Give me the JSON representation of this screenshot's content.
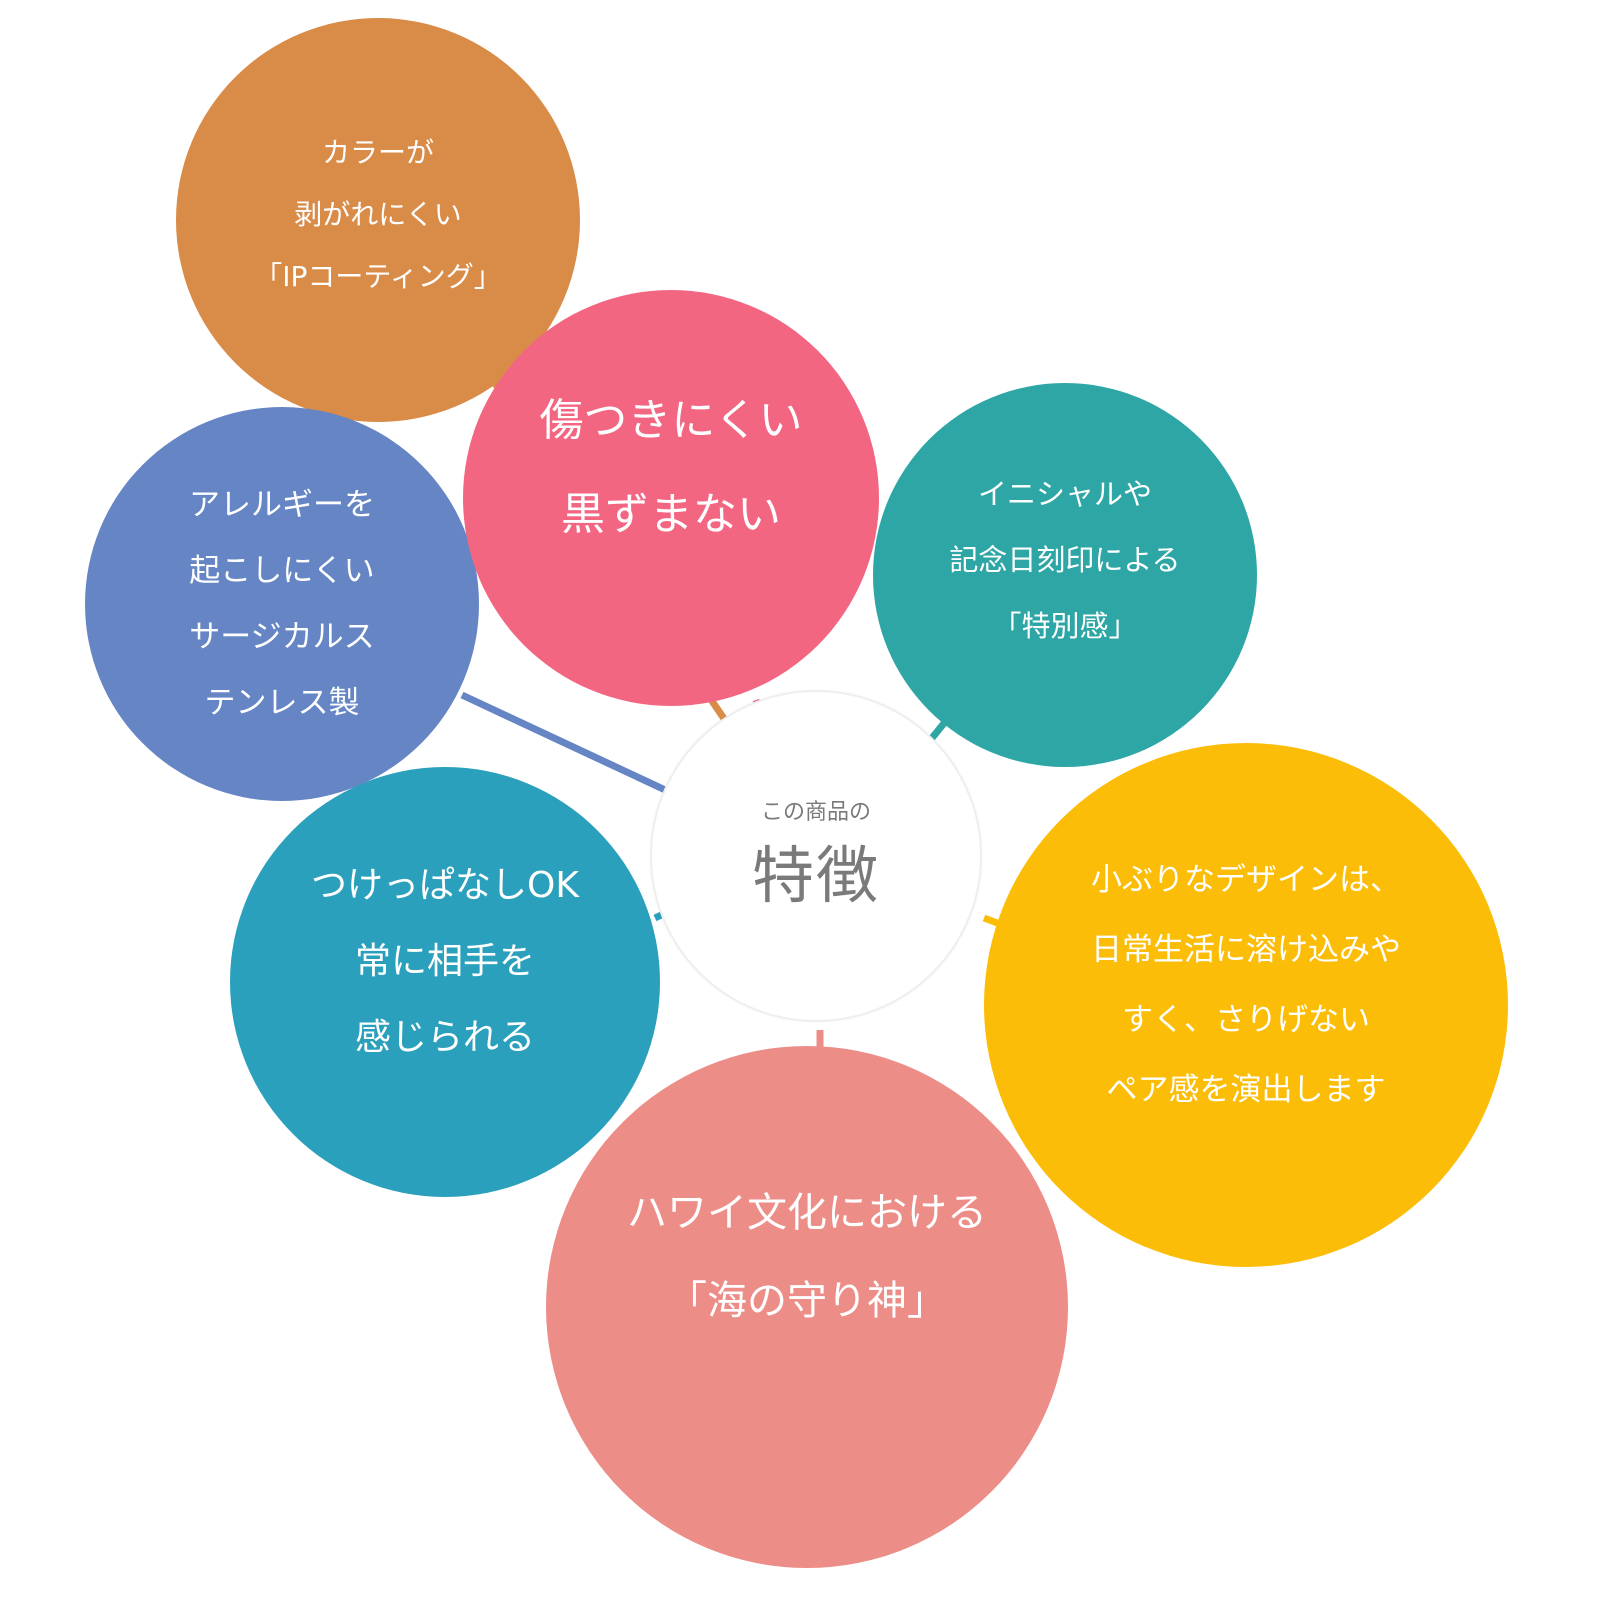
{
  "center": {
    "subtitle": "この商品の",
    "title": "特徴",
    "color": "#7a7a7a",
    "border": "#eeeeee"
  },
  "features": [
    {
      "id": "ip-coating",
      "color": "#d98b48",
      "lines": [
        "カラーが",
        "剥がれにくい",
        "「IPコーティング」"
      ]
    },
    {
      "id": "scratch-resistant",
      "color": "#f26682",
      "lines": [
        "傷つきにくい",
        "黒ずまない"
      ]
    },
    {
      "id": "hypoallergenic",
      "color": "#6585c4",
      "lines": [
        "アレルギーを",
        "起こしにくい",
        "サージカルス",
        "テンレス製"
      ]
    },
    {
      "id": "engraving",
      "color": "#2ea6a6",
      "lines": [
        "イニシャルや",
        "記念日刻印による",
        "「特別感」"
      ]
    },
    {
      "id": "wear-always",
      "color": "#2ba0bd",
      "lines": [
        "つけっぱなしOK",
        "常に相手を",
        "感じられる"
      ]
    },
    {
      "id": "compact-design",
      "color": "#fbbd08",
      "lines": [
        "小ぶりなデザインは、",
        "日常生活に溶け込みや",
        "すく、さりげない",
        "ペア感を演出します"
      ]
    },
    {
      "id": "hawaiian-guardian",
      "color": "#ec8d88",
      "lines": [
        "ハワイ文化における",
        "「海の守り神」"
      ]
    }
  ]
}
